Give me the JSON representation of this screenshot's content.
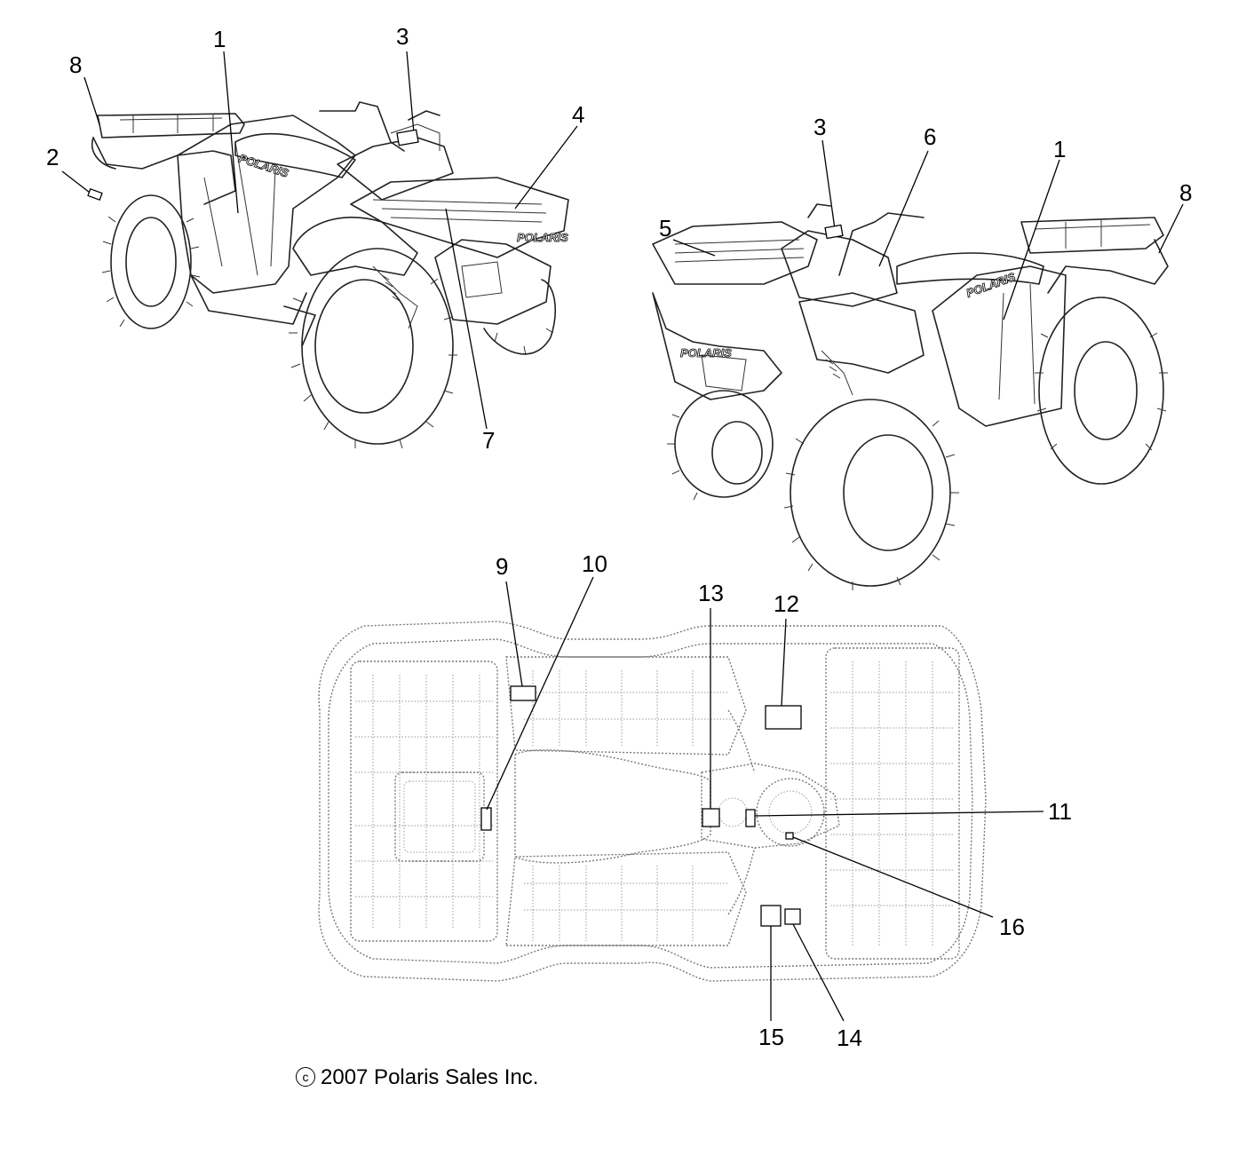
{
  "callouts": {
    "front_view": {
      "c1": "1",
      "c2": "2",
      "c3": "3",
      "c4": "4",
      "c7": "7",
      "c8": "8"
    },
    "rear_view": {
      "c3": "3",
      "c6": "6",
      "c1": "1",
      "c8": "8",
      "c5": "5"
    },
    "top_view": {
      "c9": "9",
      "c10": "10",
      "c13": "13",
      "c12": "12",
      "c11": "11",
      "c16": "16",
      "c15": "15",
      "c14": "14"
    }
  },
  "brand_marks": {
    "seat": "POLARIS",
    "hood": "POLARIS"
  },
  "copyright": {
    "symbol": "c",
    "text": "2007 Polaris Sales Inc."
  }
}
